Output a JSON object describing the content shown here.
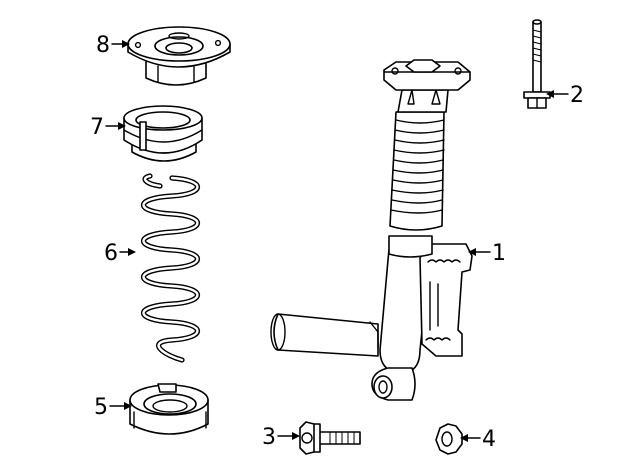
{
  "callouts": [
    {
      "number": "1",
      "part": "shock-absorber-assembly"
    },
    {
      "number": "2",
      "part": "upper-bolt"
    },
    {
      "number": "3",
      "part": "lower-bolt"
    },
    {
      "number": "4",
      "part": "nut"
    },
    {
      "number": "5",
      "part": "lower-spring-seat"
    },
    {
      "number": "6",
      "part": "coil-spring"
    },
    {
      "number": "7",
      "part": "upper-spring-seat"
    },
    {
      "number": "8",
      "part": "upper-mount"
    }
  ]
}
